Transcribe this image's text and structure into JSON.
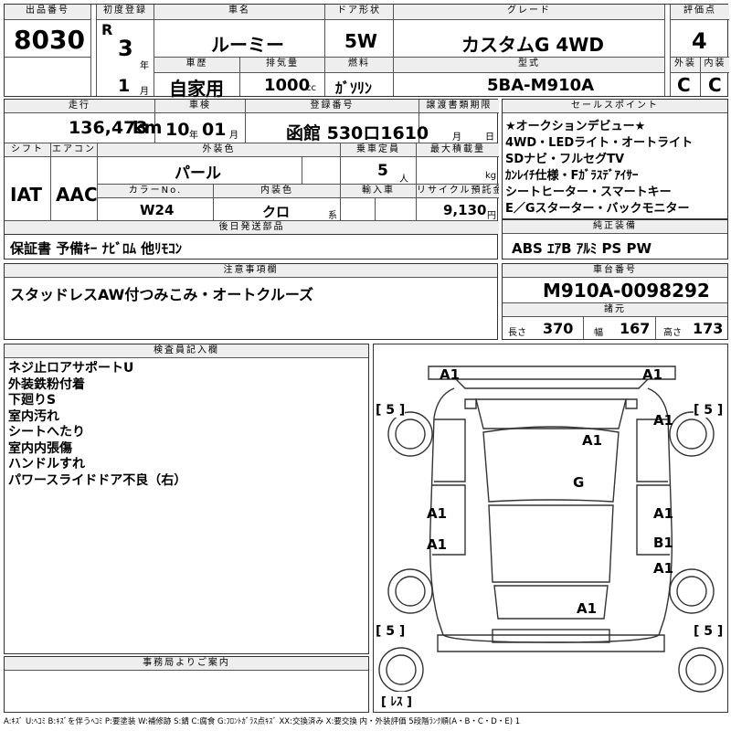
{
  "headers": {
    "lot": "出品番号",
    "first_reg": "初度登録",
    "car_name": "車名",
    "door": "ドア形状",
    "grade": "グレード",
    "score": "評価点",
    "history": "車歴",
    "displacement": "排気量",
    "fuel": "燃料",
    "model": "型式",
    "exterior": "外装",
    "interior": "内装",
    "mileage": "走行",
    "inspection": "車検",
    "reg_no": "登録番号",
    "doc_deadline": "譲渡書類期限",
    "selling_points": "セールスポイント",
    "shift": "シフト",
    "aircon": "エアコン",
    "ext_color": "外装色",
    "capacity": "乗車定員",
    "max_load": "最大積載量",
    "color_no": "カラーNo.",
    "int_color": "内装色",
    "import": "輸入車",
    "recycle": "リサイクル預託金",
    "later_parts": "後日発送部品",
    "equipment": "純正装備",
    "notes": "注意事項欄",
    "chassis": "車台番号",
    "specs": "諸元",
    "inspector": "検査員記入欄",
    "office": "事務局よりご案内"
  },
  "vehicle": {
    "lot_number": "8030",
    "era": "R",
    "year": "3",
    "year_unit": "年",
    "month": "1",
    "month_unit": "月",
    "name": "ルーミー",
    "door": "5W",
    "grade": "カスタムG 4WD",
    "score": "4",
    "history": "自家用",
    "displacement": "1000",
    "displacement_unit": "cc",
    "fuel": "ｶﾞｿﾘﾝ",
    "model": "5BA-M910A",
    "exterior_grade": "C",
    "interior_grade": "C",
    "mileage": "136,473",
    "mileage_unit": "km",
    "inspection_year": "10",
    "inspection_year_unit": "年",
    "inspection_month": "01",
    "inspection_month_unit": "月",
    "registration": "函館 530ロ1610",
    "deadline_month_unit": "月",
    "deadline_day_unit": "日",
    "shift": "IAT",
    "aircon": "AAC",
    "exterior_color": "パール",
    "capacity": "5",
    "capacity_unit": "人",
    "max_load_unit": "kg",
    "color_no": "W24",
    "interior_color": "クロ",
    "interior_color_unit": "系",
    "recycle_fee": "9,130",
    "recycle_unit": "円",
    "later_parts": "保証書 予備ｷｰ ﾅﾋﾞﾛﾑ 他ﾘﾓｺﾝ",
    "equipment": "ABS ｴｱB ｱﾙﾐ PS PW",
    "notes": "スタッドレスAW付つみこみ・オートクルーズ",
    "chassis_number": "M910A-0098292",
    "length_label": "長さ",
    "length": "370",
    "width_label": "幅",
    "width": "167",
    "height_label": "高さ",
    "height": "173"
  },
  "selling_points": [
    "★オークションデビュー★",
    "4WD・LEDライト・オートライト",
    "SDナビ・フルセグTV",
    "ｶﾝﾚｲﾁ仕様・Fｶﾞﾗｽﾃﾞｱｲｻｰ",
    "シートヒーター・スマートキー",
    "E／Gスターター・バックモニター"
  ],
  "inspector_notes": [
    "ネジ止ロアサポートU",
    "外装鉄粉付着",
    "下廻りS",
    "室内汚れ",
    "シートへたり",
    "室内内張傷",
    "ハンドルすれ",
    "パワースライドドア不良（右）"
  ],
  "diagram": {
    "marks": [
      "A1",
      "A1",
      "A1",
      "A1",
      "G",
      "A1",
      "A1",
      "A1",
      "B1",
      "A1",
      "A1"
    ],
    "tires": [
      "[ 5 ]",
      "[ 5 ]",
      "[ 5 ]",
      "[ 5 ]",
      "[ ﾚｽ ]"
    ]
  },
  "legend": "A:ｷｽﾞ U:ﾍｺﾐ B:ｷｽﾞを伴うﾍｺﾐ P:要塗装 W:補修跡 S:錆 C:腐食 G:ﾌﾛﾝﾄｶﾞﾗｽ点ｷｽﾞ XX:交換済み X:要交換 内・外装評価 5段階ﾗﾝｸ順(A・B・C・D・E) 1"
}
